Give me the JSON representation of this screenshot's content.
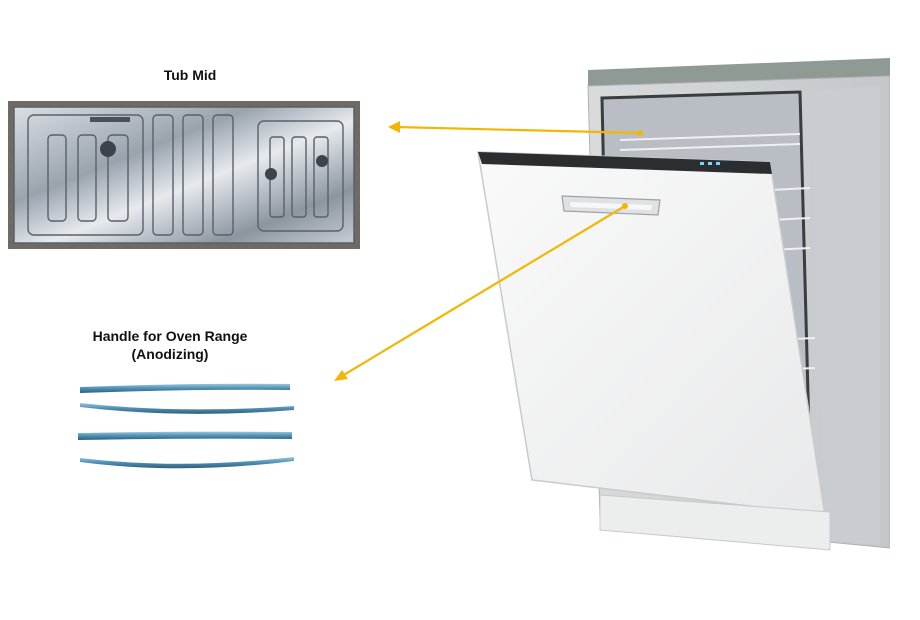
{
  "labels": {
    "tub_mid": "Tub Mid",
    "handle_line1": "Handle for Oven Range",
    "handle_line2": "(Anodizing)"
  },
  "colors": {
    "arrow": "#f2b705",
    "handle_blue": "#4d8fb3",
    "steel": "#b8c0c8"
  }
}
